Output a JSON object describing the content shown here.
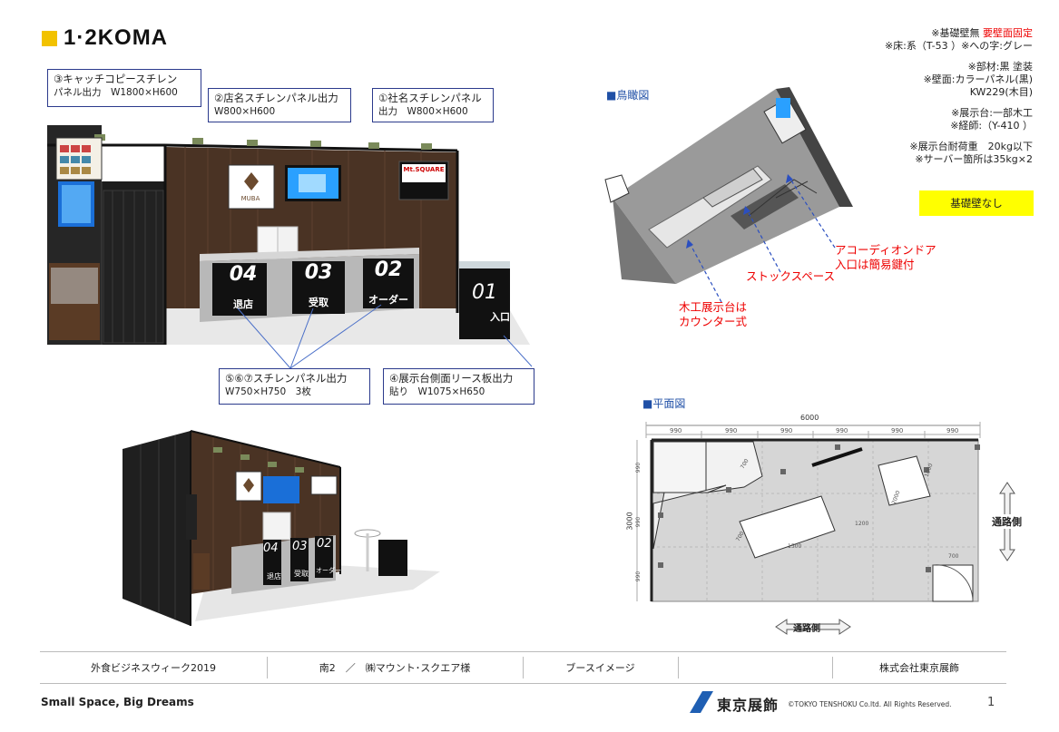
{
  "logo": {
    "text": "1·2KOMA"
  },
  "callouts": {
    "catch_copy": {
      "line1": "③キャッチコピースチレン",
      "line2": "パネル出力　W1800×H600"
    },
    "shop_name": {
      "line1": "②店名スチレンパネル出力",
      "line2": "W800×H600"
    },
    "company_name": {
      "line1": "①社名スチレンパネル",
      "line2": "出力　W800×H600"
    },
    "panels_567": {
      "line1": "⑤⑥⑦スチレンパネル出力",
      "line2": "W750×H750　3枚"
    },
    "counter_side": {
      "line1": "④展示台側面リース板出力",
      "line2": "貼り　W1075×H650"
    }
  },
  "booth": {
    "counter_numbers": [
      "04",
      "03",
      "02"
    ],
    "counter_labels": [
      "退店",
      "受取",
      "オーダー"
    ],
    "podium_number": "01",
    "podium_label": "入口",
    "logo_muba": "MUBA",
    "logo_mtsquare": "Mt.SQUARE",
    "small_counter_numbers": [
      "04",
      "03",
      "02"
    ],
    "small_counter_labels": [
      "退店",
      "受取",
      "オーダー"
    ]
  },
  "sections": {
    "birdseye": "■鳥瞰図",
    "plan": "■平面図"
  },
  "birdseye_labels": {
    "accordion": "アコーディオンドア\n入口は簡易鍵付",
    "stock": "ストックスペース",
    "counter": "木工展示台は\nカウンター式"
  },
  "plan": {
    "total_width": "6000",
    "segments": [
      "990",
      "990",
      "990",
      "990",
      "990",
      "990"
    ],
    "height": "3000",
    "side_dims": [
      "990",
      "990",
      "990"
    ],
    "aisle_right": "通路側",
    "aisle_bottom": "通路側",
    "dims": [
      "1500",
      "1200",
      "700",
      "700",
      "2000",
      "1000",
      "700"
    ]
  },
  "notes": {
    "n1a": "※基礎壁無",
    "n1b": "要壁面固定",
    "n2": "※床:系（T-53 ）※への字:グレー",
    "n3": "※部材:黒 塗装",
    "n4": "※壁面:カラーパネル(黒)",
    "n5": "KW229(木目)",
    "n6": "※展示台:一部木工",
    "n7": "※経師:（Y-410 ）",
    "n8": "※展示台耐荷重　20kg以下",
    "n9": "※サーバー箇所は35kg×2",
    "badge": "基礎壁なし"
  },
  "footer": {
    "event": "外食ビジネスウィーク2019",
    "booth": "南2　／　㈱マウント･スクエア様",
    "type": "ブースイメージ",
    "blank": "",
    "company": "株式会社東京展飾",
    "slogan": "Small Space, Big Dreams",
    "brand": "東京展飾",
    "copyright": "©TOKYO TENSHOKU Co.ltd. All Rights Reserved.",
    "page": "1"
  },
  "colors": {
    "accent_yellow": "#f2c200",
    "callout_border": "#2b3a8c",
    "note_red": "#e00000",
    "section_blue": "#1f4fa6"
  }
}
